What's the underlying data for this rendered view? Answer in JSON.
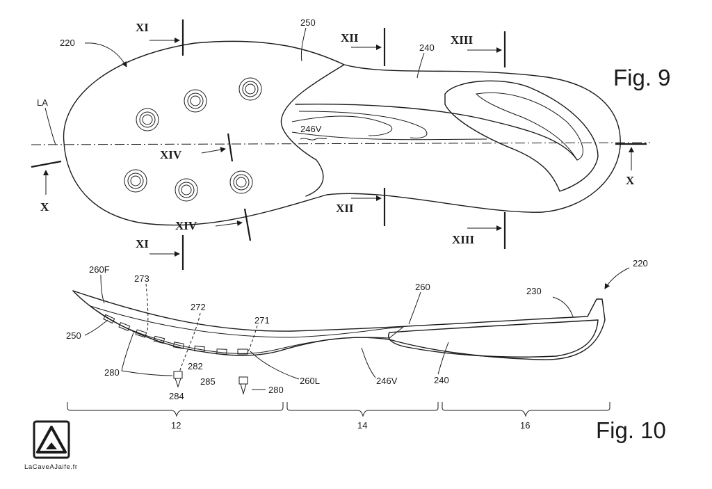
{
  "fig9": {
    "title": "Fig. 9",
    "ref_220": "220",
    "ref_250": "250",
    "ref_240": "240",
    "ref_la": "LA",
    "ref_246v": "246V",
    "section_xi": "XI",
    "section_xii": "XII",
    "section_xiii": "XIII",
    "section_xiv": "XIV",
    "section_x": "X"
  },
  "fig10": {
    "title": "Fig. 10",
    "ref_220": "220",
    "ref_260f": "260F",
    "ref_273": "273",
    "ref_272": "272",
    "ref_271": "271",
    "ref_260": "260",
    "ref_230": "230",
    "ref_250": "250",
    "ref_280": "280",
    "ref_282": "282",
    "ref_285": "285",
    "ref_284": "284",
    "ref_260l": "260L",
    "ref_246v": "246V",
    "ref_240": "240",
    "ref_280b": "280",
    "region_12": "12",
    "region_14": "14",
    "region_16": "16"
  },
  "watermark": {
    "text": "LaCaveAJaife.fr"
  }
}
